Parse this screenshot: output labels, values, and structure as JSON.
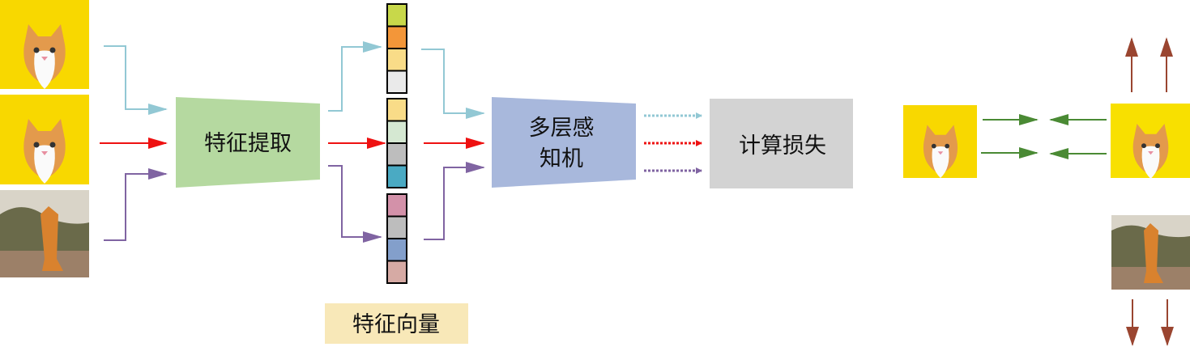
{
  "feature_extraction": {
    "label": "特征提取",
    "color": "#b5d9a0"
  },
  "mlp": {
    "label_line1": "多层感",
    "label_line2": "知机",
    "color": "#a8b8dc"
  },
  "loss": {
    "label": "计算损失",
    "color": "#d3d3d3"
  },
  "feature_vector_caption": {
    "label": "特征向量",
    "color": "#f8e8b8"
  },
  "arrow_colors": {
    "anchor": "#92c8d4",
    "positive": "#ee1111",
    "negative": "#8064a2",
    "pull": "#4a8a34",
    "push": "#9a4530"
  },
  "vectors": [
    [
      "#c8d84a",
      "#f39639",
      "#f9dc88",
      "#eaeaea"
    ],
    [
      "#f9dc88",
      "#d5e8d2",
      "#bdbdbd",
      "#4aaac3"
    ],
    [
      "#d391a9",
      "#bdbdbd",
      "#839fcb",
      "#d6aaa4"
    ]
  ],
  "images": {
    "anchor": "cat-looking-up",
    "positive": "cat-tongue-out",
    "negative": "cat-dancing-outdoors"
  }
}
